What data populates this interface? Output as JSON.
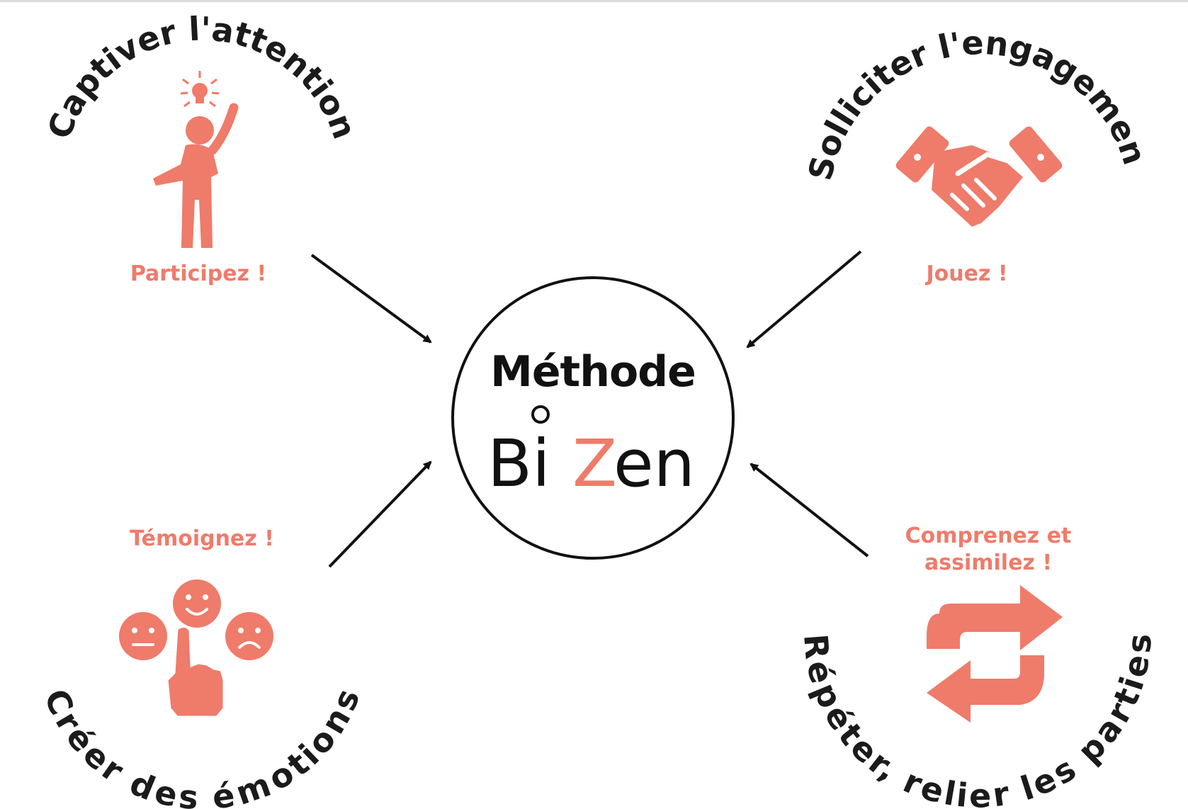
{
  "colors": {
    "accent": "#ef7b6a",
    "text": "#1b1b1b",
    "background": "#ffffff"
  },
  "center": {
    "title": "Méthode",
    "logo_left": "Bi",
    "logo_accent": "Z",
    "logo_right": "en"
  },
  "quadrants": {
    "top_left": {
      "arc_title": "Captiver l'attention",
      "subtitle": "Participez !",
      "icon": "person-idea-icon"
    },
    "top_right": {
      "arc_title": "Solliciter l'engagement",
      "subtitle": "Jouez !",
      "icon": "handshake-icon"
    },
    "bottom_left": {
      "arc_title": "Créer des émotions",
      "subtitle": "Témoignez !",
      "icon": "emotion-faces-icon"
    },
    "bottom_right": {
      "arc_title": "Répéter, relier les parties",
      "subtitle_line1": "Comprenez et",
      "subtitle_line2": "assimilez !",
      "icon": "repeat-arrows-icon"
    }
  }
}
